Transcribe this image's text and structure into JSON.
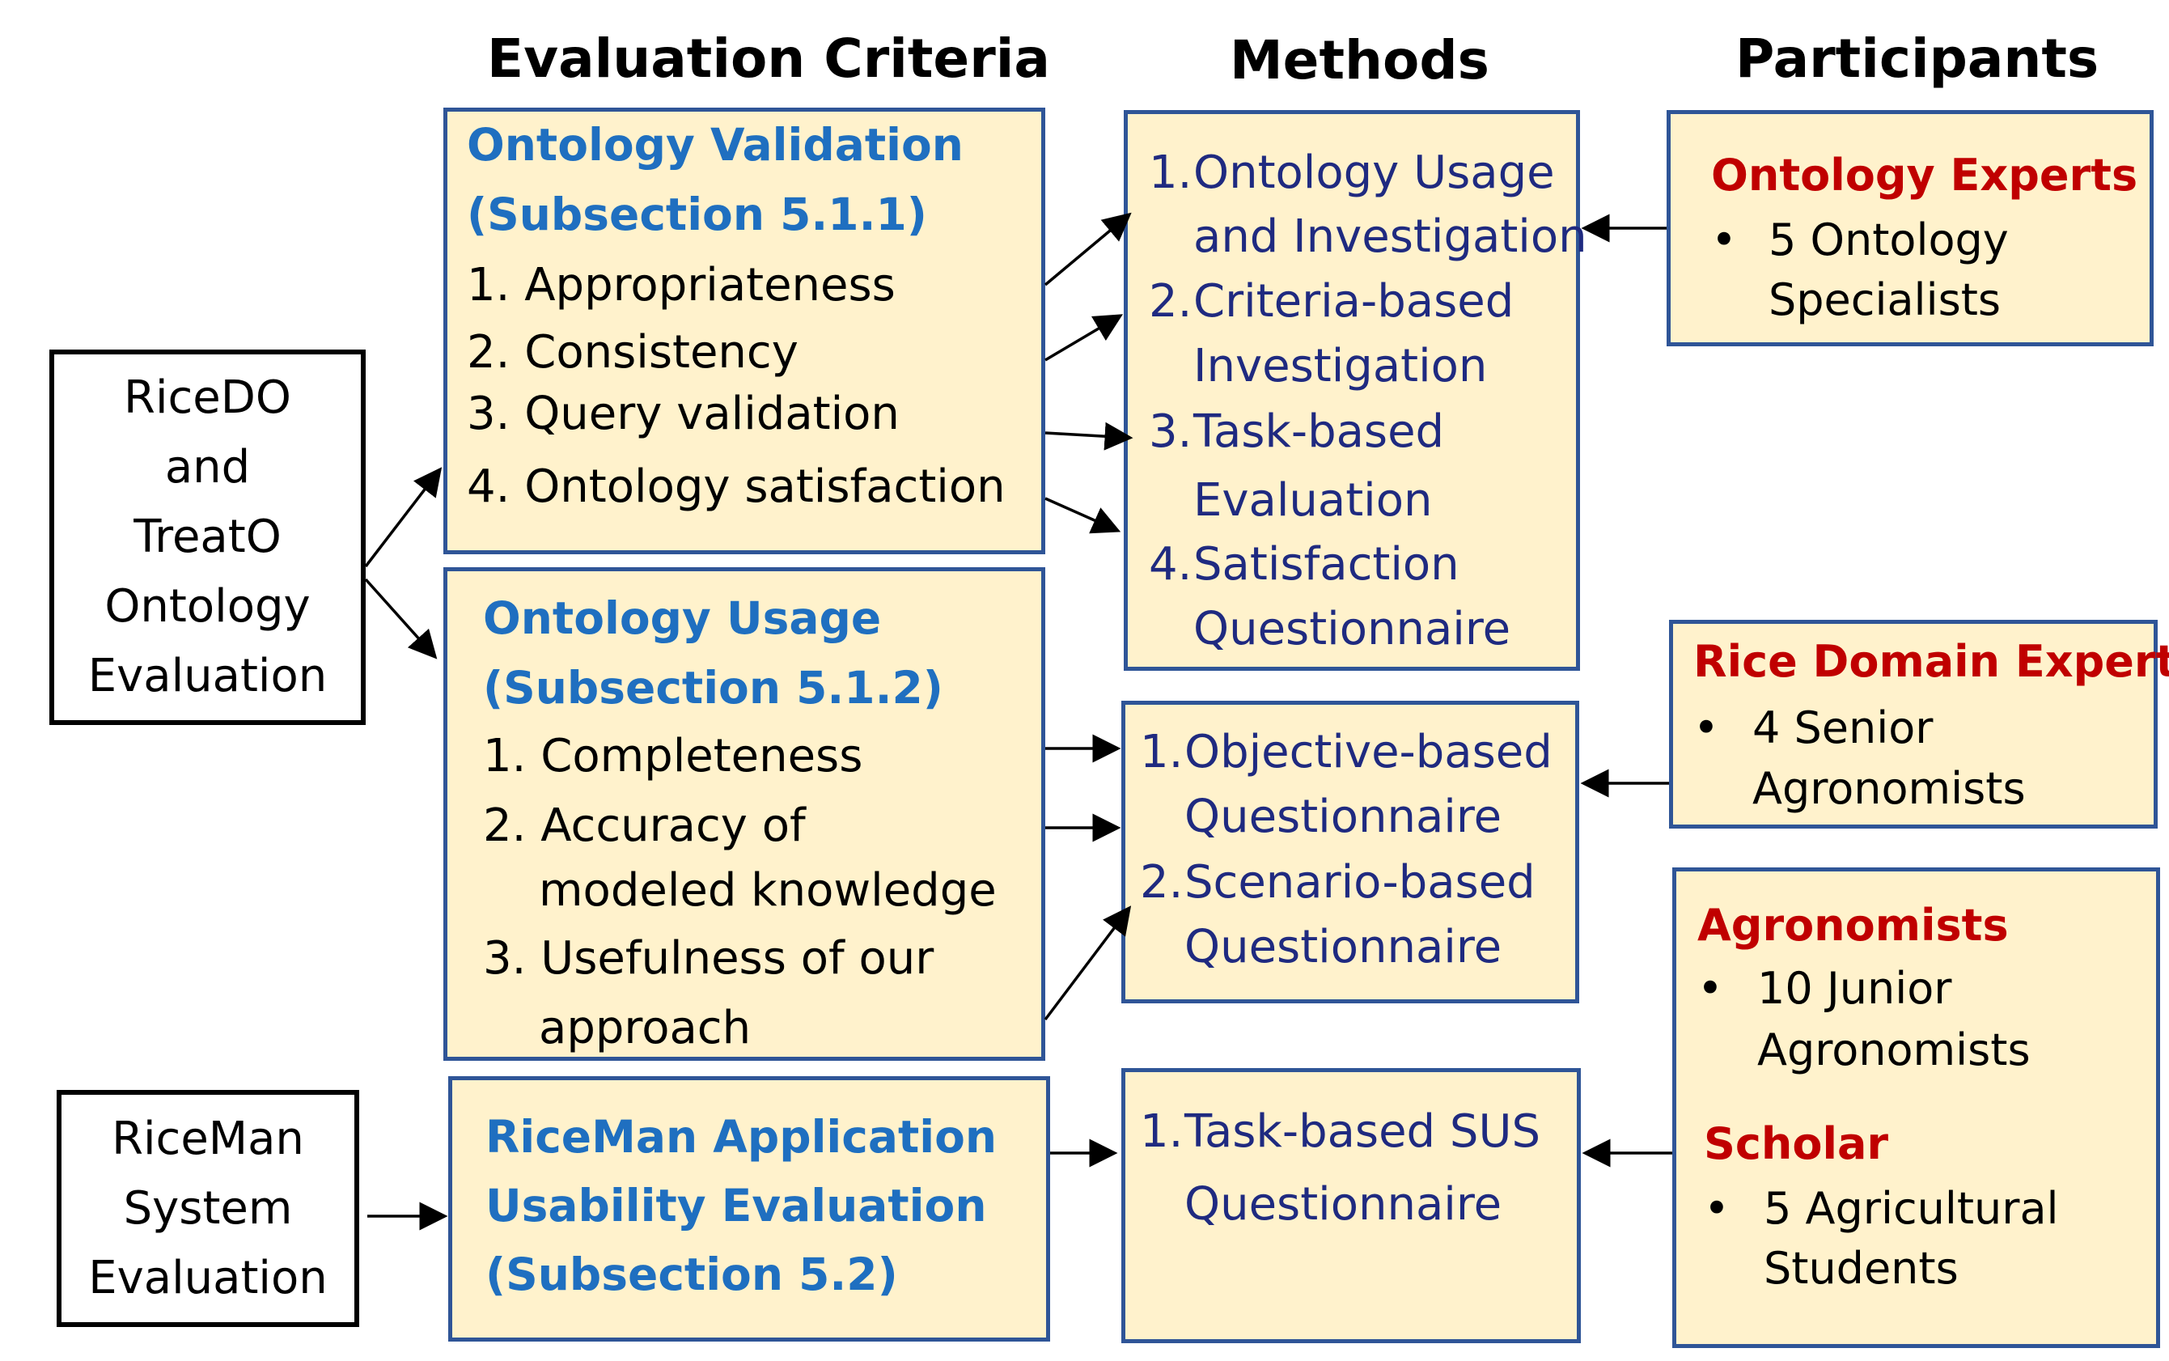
{
  "headers": {
    "criteria": "Evaluation Criteria",
    "methods": "Methods",
    "participants": "Participants"
  },
  "sources": {
    "ontology_eval": [
      "RiceDO",
      "and",
      "TreatO",
      "Ontology",
      "Evaluation"
    ],
    "system_eval": [
      "RiceMan",
      "System",
      "Evaluation"
    ]
  },
  "criteria": {
    "validation": {
      "title": [
        "Ontology Validation",
        "(Subsection 5.1.1)"
      ],
      "items": [
        "1. Appropriateness",
        "2. Consistency",
        "3. Query validation",
        "4. Ontology satisfaction"
      ]
    },
    "usage": {
      "title": [
        "Ontology Usage",
        "(Subsection 5.1.2)"
      ],
      "items": [
        "1. Completeness",
        "2. Accuracy of",
        "modeled knowledge",
        "3. Usefulness of our",
        "approach"
      ]
    },
    "usability": {
      "title": [
        "RiceMan Application",
        "Usability Evaluation",
        "(Subsection 5.2)"
      ]
    }
  },
  "methods": {
    "validation": {
      "numbers": [
        "1.",
        "2.",
        "3.",
        "4."
      ],
      "lines": [
        "Ontology Usage",
        "and Investigation",
        "Criteria-based",
        "Investigation",
        "Task-based",
        "Evaluation",
        "Satisfaction",
        "Questionnaire"
      ]
    },
    "usage": {
      "numbers": [
        "1.",
        "2."
      ],
      "lines": [
        "Objective-based",
        "Questionnaire",
        "Scenario-based",
        "Questionnaire"
      ]
    },
    "usability": {
      "numbers": [
        "1."
      ],
      "lines": [
        "Task-based SUS",
        "Questionnaire"
      ]
    }
  },
  "participants": {
    "ontology_experts": {
      "title": "Ontology Experts",
      "bullet": "•",
      "lines": [
        "5 Ontology",
        "Specialists"
      ]
    },
    "rice_domain_experts": {
      "title": "Rice Domain Experts",
      "bullet": "•",
      "lines": [
        "4 Senior",
        "Agronomists"
      ]
    },
    "agronomists": {
      "title": "Agronomists",
      "bullet": "•",
      "lines": [
        "10 Junior",
        "Agronomists"
      ]
    },
    "scholar": {
      "title": "Scholar",
      "bullet": "•",
      "lines": [
        "5 Agricultural",
        "Students"
      ]
    }
  },
  "colors": {
    "box_fill": "#fff2cc",
    "box_border": "#2f5597",
    "criteria_title": "#1f6fc0",
    "method_text": "#1f2a80",
    "participant_title": "#c00000"
  }
}
